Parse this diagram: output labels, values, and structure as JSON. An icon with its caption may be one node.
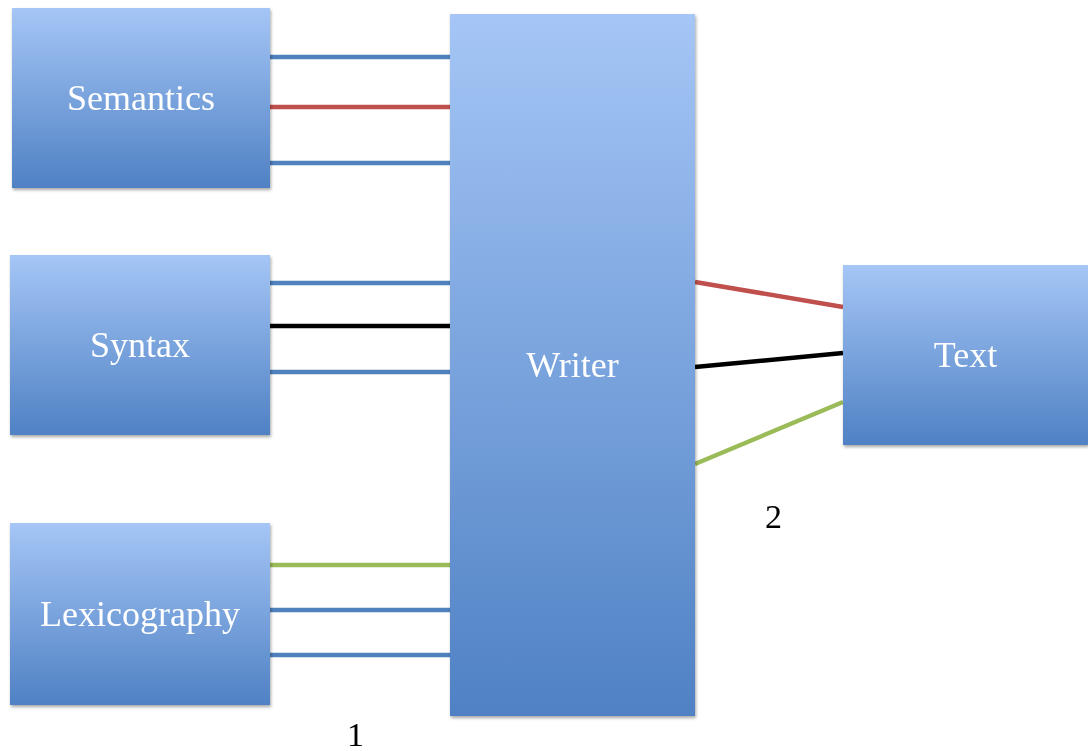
{
  "diagram": {
    "nodes": [
      {
        "text": [
          "Semantics"
        ]
      },
      {
        "text": [
          "Syntax"
        ]
      },
      {
        "text": [
          "Lexicography"
        ]
      },
      {
        "text": [
          "Writer"
        ]
      },
      {
        "text": [
          "Text"
        ]
      }
    ],
    "edges": [
      {
        "from": 0,
        "to": 3,
        "arrow": "none"
      },
      {
        "from": 0,
        "to": 3,
        "arrow": "none",
        "color": "#c0504d"
      },
      {
        "from": 0,
        "to": 3,
        "arrow": "none"
      },
      {
        "from": 1,
        "to": 3,
        "arrow": "none"
      },
      {
        "from": 1,
        "to": 3,
        "arrow": "none",
        "color": "#000000"
      },
      {
        "from": 1,
        "to": 3,
        "arrow": "none"
      },
      {
        "from": 2,
        "to": 3,
        "arrow": "none",
        "color": "#9bbb59"
      },
      {
        "from": 2,
        "to": 3,
        "arrow": "none"
      },
      {
        "from": 2,
        "to": 3,
        "arrow": "none"
      },
      {
        "from": 3,
        "to": 4,
        "arrow": "none",
        "color": "#c0504d"
      },
      {
        "from": 3,
        "to": 4,
        "arrow": "none",
        "color": "#000000"
      },
      {
        "from": 3,
        "to": 4,
        "arrow": "none",
        "color": "#9bbb59"
      }
    ],
    "labels": [
      "2",
      "1"
    ]
  }
}
